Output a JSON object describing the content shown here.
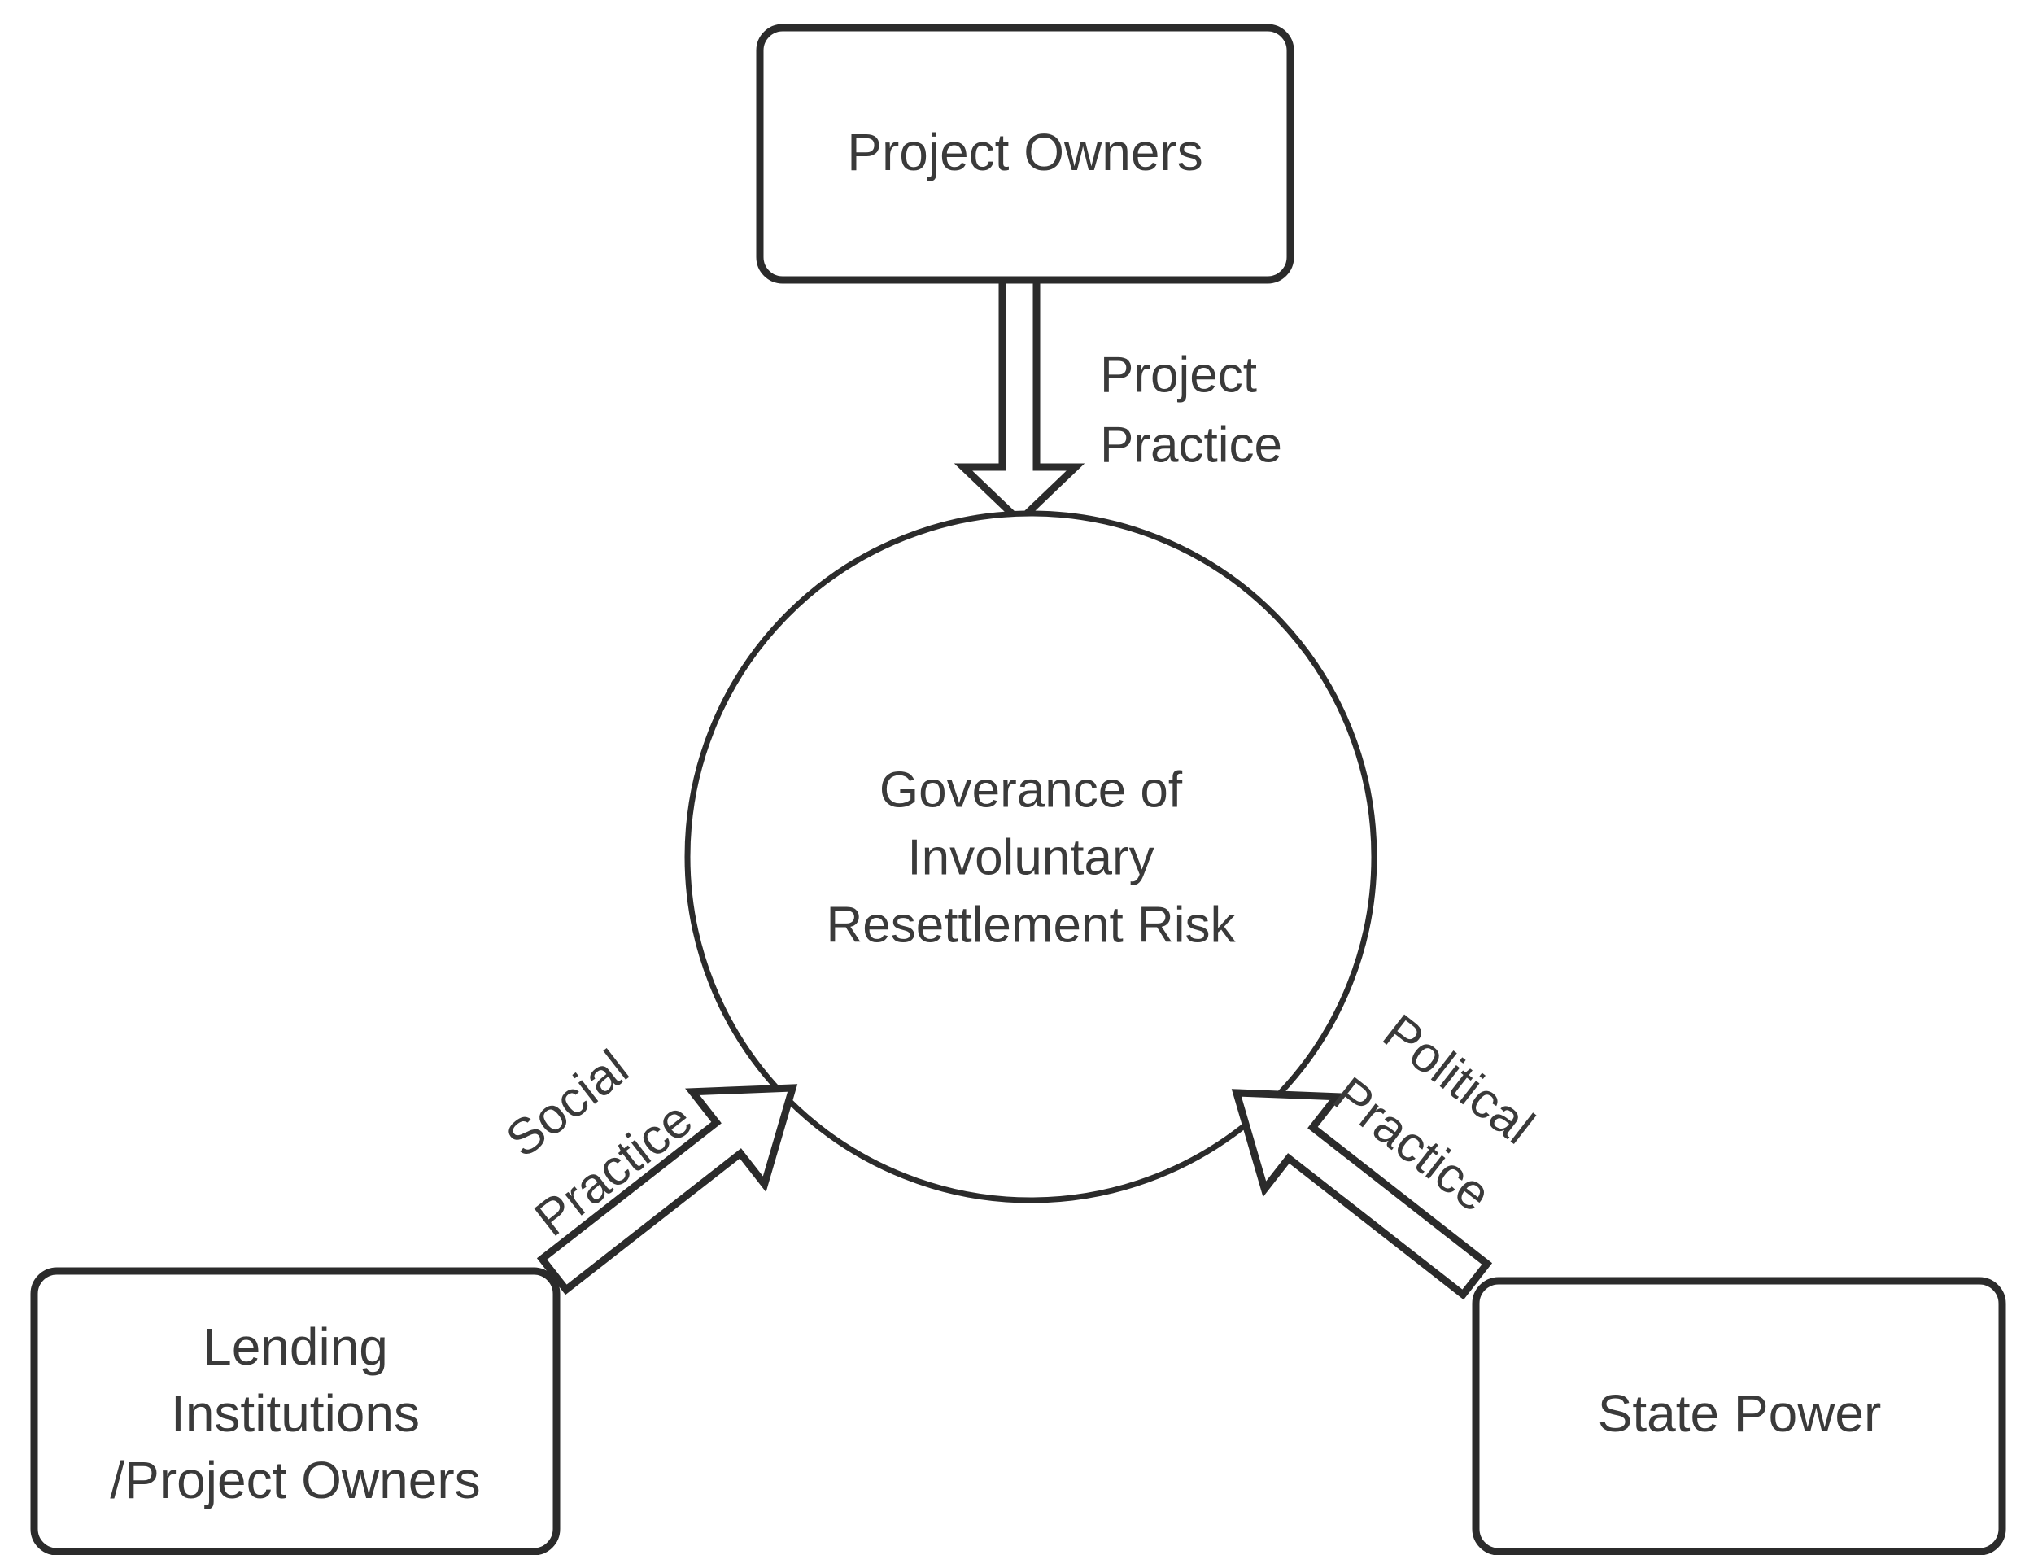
{
  "diagram": {
    "type": "conceptual-relationship-diagram",
    "background_color": "#ffffff",
    "stroke_color": "#2b2b2b",
    "text_color": "#3a3a3a",
    "center": {
      "shape": "circle",
      "name": "governance-circle",
      "lines": [
        "Goverance of",
        "Involuntary",
        "Resettlement Risk"
      ]
    },
    "nodes": [
      {
        "id": "project-owners",
        "shape": "rounded-rect",
        "position": "top",
        "lines": [
          "Project Owners"
        ]
      },
      {
        "id": "lending-institutions",
        "shape": "rounded-rect",
        "position": "bottom-left",
        "lines": [
          "Lending",
          "Institutions",
          "/Project Owners"
        ]
      },
      {
        "id": "state-power",
        "shape": "rounded-rect",
        "position": "bottom-right",
        "lines": [
          "State Power"
        ]
      }
    ],
    "edges": [
      {
        "id": "project-practice-arrow",
        "from": "project-owners",
        "to": "governance-circle",
        "direction": "down",
        "style": "hollow-block-arrow",
        "label_lines": [
          "Project",
          "Practice"
        ],
        "label_rotation_deg": 0
      },
      {
        "id": "social-practice-arrow",
        "from": "lending-institutions",
        "to": "governance-circle",
        "direction": "up-right",
        "style": "hollow-block-arrow",
        "label_lines": [
          "Social",
          "Practice"
        ],
        "label_rotation_deg": -38
      },
      {
        "id": "political-practice-arrow",
        "from": "state-power",
        "to": "governance-circle",
        "direction": "up-left",
        "style": "hollow-block-arrow",
        "label_lines": [
          "Political",
          "Practice"
        ],
        "label_rotation_deg": 38
      }
    ]
  }
}
